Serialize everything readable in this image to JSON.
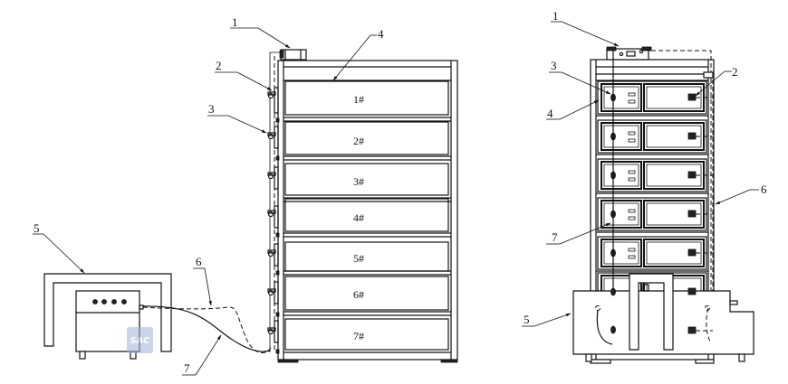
{
  "figure": {
    "views": [
      {
        "name": "side-view",
        "description": "Side view of cabinet with external piping and separate unit"
      },
      {
        "name": "front-view",
        "description": "Front view of cabinet with unit placed in front"
      }
    ],
    "side_view": {
      "drawers": [
        "1#",
        "2#",
        "3#",
        "4#",
        "5#",
        "6#",
        "7#"
      ],
      "callouts": [
        "1",
        "2",
        "3",
        "4",
        "5",
        "6",
        "7"
      ]
    },
    "front_view": {
      "callouts": [
        "1",
        "2",
        "3",
        "4",
        "5",
        "6",
        "7"
      ]
    },
    "watermark": {
      "text": "SAC",
      "color": "#9fb4d8"
    }
  }
}
